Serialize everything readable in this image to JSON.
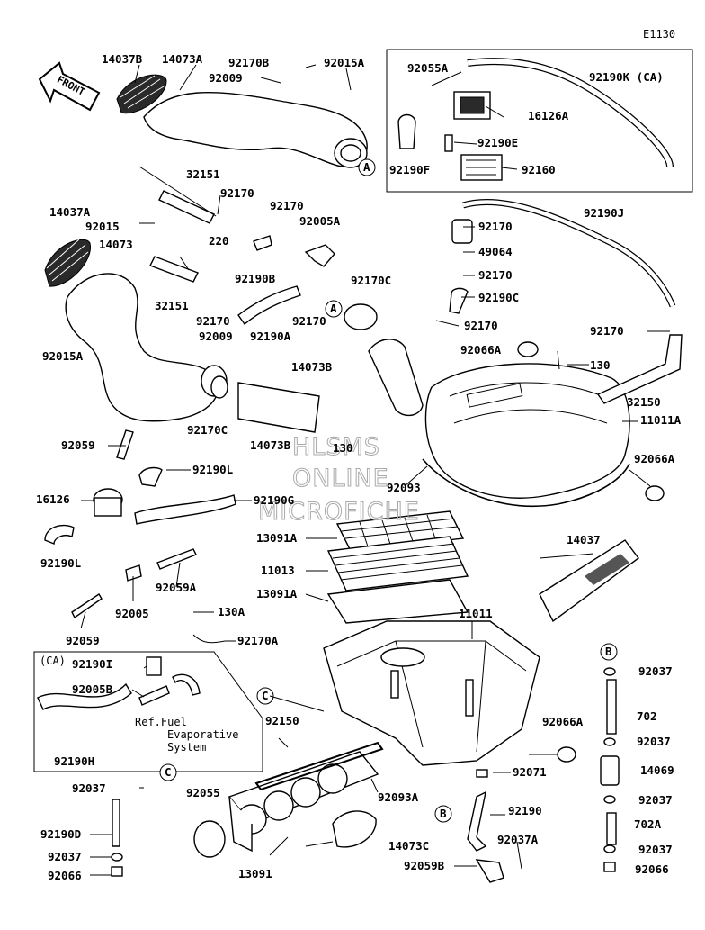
{
  "diagram_code": "E1130",
  "front_label": "FRONT",
  "watermark": [
    "HLSMS",
    "ONLINE",
    "MICROFICHE"
  ],
  "ca_label": "(CA)",
  "ref_note": [
    "Ref.Fuel",
    "Evaporative",
    "System"
  ],
  "circle_letters": {
    "a": "A",
    "b": "B",
    "c": "C"
  },
  "labels": {
    "l14037B": "14037B",
    "l14073A": "14073A",
    "l92170B": "92170B",
    "l92009a": "92009",
    "l92015A": "92015A",
    "l92055A": "92055A",
    "l92190K": "92190K  (CA)",
    "l16126A": "16126A",
    "l92190E": "92190E",
    "l92190F": "92190F",
    "l92160": "92160",
    "l32151a": "32151",
    "l92170a": "92170",
    "l92170b": "92170",
    "l92005A": "92005A",
    "l14037A": "14037A",
    "l92015": "92015",
    "l14073": "14073",
    "l220": "220",
    "l92190B": "92190B",
    "l32151b": "32151",
    "l92170c": "92170",
    "l92009b": "92009",
    "l92190A": "92190A",
    "l92170d": "92170",
    "l92170C": "92170C",
    "l92190J": "92190J",
    "l92170e": "92170",
    "l49064": "49064",
    "l92170f": "92170",
    "l92190C": "92190C",
    "l92170g": "92170",
    "l92170h": "92170",
    "l92015Ab": "92015A",
    "l92066A": "92066A",
    "l130a": "130",
    "l14073Ba": "14073B",
    "l32150": "32150",
    "l11011A": "11011A",
    "l92170Cb": "92170C",
    "l14073Bb": "14073B",
    "l130b": "130",
    "l92066Ab": "92066A",
    "l92093": "92093",
    "l92059": "92059",
    "l92190L": "92190L",
    "l16126": "16126",
    "l92190G": "92190G",
    "l92190Lb": "92190L",
    "l13091A": "13091A",
    "l14037": "14037",
    "l11013": "11013",
    "l13091Ab": "13091A",
    "l92005": "92005",
    "l92059A": "92059A",
    "l130A": "130A",
    "l92059b": "92059",
    "l92170A": "92170A",
    "l11011": "11011",
    "l92190I": "92190I",
    "l92005B": "92005B",
    "l92190H": "92190H",
    "l92037a": "92037",
    "l702": "702",
    "l92037b": "92037",
    "l14069": "14069",
    "l92037c": "92037",
    "l702A": "702A",
    "l92037d": "92037",
    "l92066a": "92066",
    "l92150": "92150",
    "l92066Ac": "92066A",
    "l92071": "92071",
    "l92093A": "92093A",
    "l92190": "92190",
    "l92037A": "92037A",
    "l92037e": "92037",
    "l92055": "92055",
    "l92190D": "92190D",
    "l92037f": "92037",
    "l92066b": "92066",
    "l14073C": "14073C",
    "l13091": "13091",
    "l92059B": "92059B"
  }
}
